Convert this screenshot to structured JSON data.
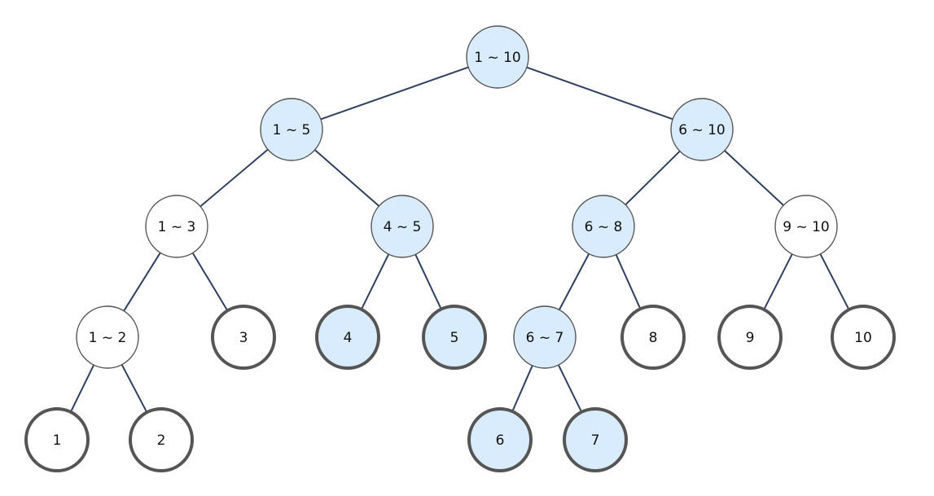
{
  "colors": {
    "highlight_fill": "#d9ecfd",
    "plain_fill": "#ffffff",
    "edge": "#2f3f5f",
    "border": "#555555",
    "text": "#111111"
  },
  "tree": {
    "nodes": [
      {
        "id": "n1-10",
        "label": "1 ~ 10",
        "highlighted": true,
        "leaf": false
      },
      {
        "id": "n1-5",
        "label": "1 ~ 5",
        "highlighted": true,
        "leaf": false
      },
      {
        "id": "n6-10",
        "label": "6 ~ 10",
        "highlighted": true,
        "leaf": false
      },
      {
        "id": "n1-3",
        "label": "1 ~ 3",
        "highlighted": false,
        "leaf": false
      },
      {
        "id": "n4-5",
        "label": "4 ~ 5",
        "highlighted": true,
        "leaf": false
      },
      {
        "id": "n6-8",
        "label": "6 ~ 8",
        "highlighted": true,
        "leaf": false
      },
      {
        "id": "n9-10",
        "label": "9 ~ 10",
        "highlighted": false,
        "leaf": false
      },
      {
        "id": "n1-2",
        "label": "1 ~ 2",
        "highlighted": false,
        "leaf": false
      },
      {
        "id": "n3",
        "label": "3",
        "highlighted": false,
        "leaf": true
      },
      {
        "id": "n4",
        "label": "4",
        "highlighted": true,
        "leaf": true
      },
      {
        "id": "n5",
        "label": "5",
        "highlighted": true,
        "leaf": true
      },
      {
        "id": "n6-7",
        "label": "6 ~ 7",
        "highlighted": true,
        "leaf": false
      },
      {
        "id": "n8",
        "label": "8",
        "highlighted": false,
        "leaf": true
      },
      {
        "id": "n9",
        "label": "9",
        "highlighted": false,
        "leaf": true
      },
      {
        "id": "n10",
        "label": "10",
        "highlighted": false,
        "leaf": true
      },
      {
        "id": "n1",
        "label": "1",
        "highlighted": false,
        "leaf": true
      },
      {
        "id": "n2",
        "label": "2",
        "highlighted": false,
        "leaf": true
      },
      {
        "id": "n6",
        "label": "6",
        "highlighted": true,
        "leaf": true
      },
      {
        "id": "n7",
        "label": "7",
        "highlighted": true,
        "leaf": true
      }
    ],
    "edges": [
      [
        "n1-10",
        "n1-5"
      ],
      [
        "n1-10",
        "n6-10"
      ],
      [
        "n1-5",
        "n1-3"
      ],
      [
        "n1-5",
        "n4-5"
      ],
      [
        "n6-10",
        "n6-8"
      ],
      [
        "n6-10",
        "n9-10"
      ],
      [
        "n1-3",
        "n1-2"
      ],
      [
        "n1-3",
        "n3"
      ],
      [
        "n4-5",
        "n4"
      ],
      [
        "n4-5",
        "n5"
      ],
      [
        "n6-8",
        "n6-7"
      ],
      [
        "n6-8",
        "n8"
      ],
      [
        "n9-10",
        "n9"
      ],
      [
        "n9-10",
        "n10"
      ],
      [
        "n1-2",
        "n1"
      ],
      [
        "n1-2",
        "n2"
      ],
      [
        "n6-7",
        "n6"
      ],
      [
        "n6-7",
        "n7"
      ]
    ]
  }
}
